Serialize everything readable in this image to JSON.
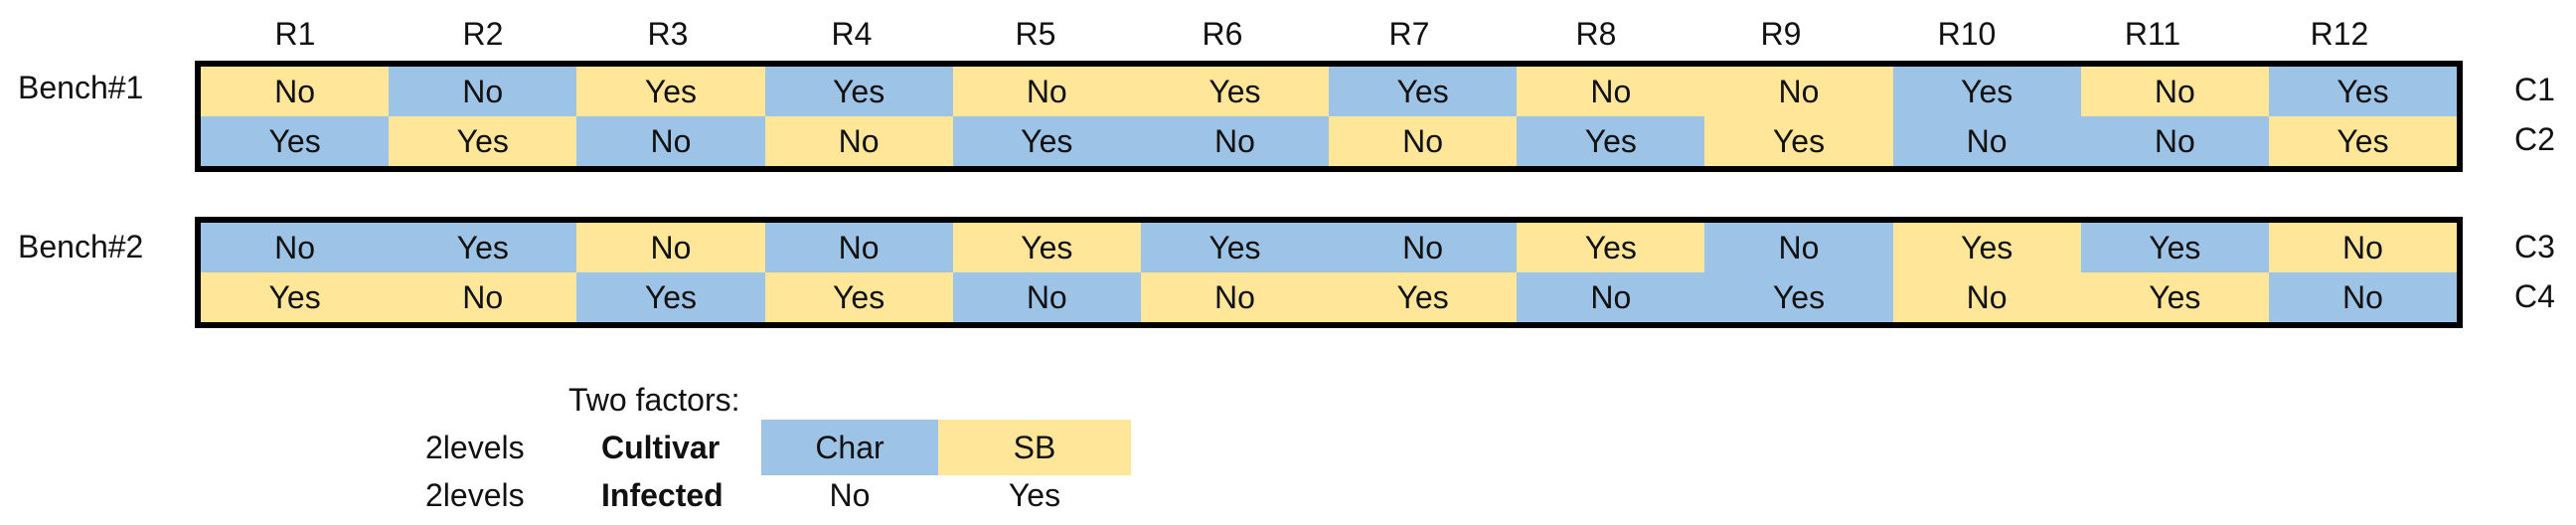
{
  "colors": {
    "blue": "#9dc3e6",
    "yellow": "#ffe699",
    "border": "#000000"
  },
  "headers": [
    "R1",
    "R2",
    "R3",
    "R4",
    "R5",
    "R6",
    "R7",
    "R8",
    "R9",
    "R10",
    "R11",
    "R12"
  ],
  "benches": [
    {
      "label": "Bench#1",
      "rows": [
        {
          "label": "C1",
          "cells": [
            {
              "text": "No",
              "color": "yellow"
            },
            {
              "text": "No",
              "color": "blue"
            },
            {
              "text": "Yes",
              "color": "yellow"
            },
            {
              "text": "Yes",
              "color": "blue"
            },
            {
              "text": "No",
              "color": "yellow"
            },
            {
              "text": "Yes",
              "color": "yellow"
            },
            {
              "text": "Yes",
              "color": "blue"
            },
            {
              "text": "No",
              "color": "yellow"
            },
            {
              "text": "No",
              "color": "yellow"
            },
            {
              "text": "Yes",
              "color": "blue"
            },
            {
              "text": "No",
              "color": "yellow"
            },
            {
              "text": "Yes",
              "color": "blue"
            }
          ]
        },
        {
          "label": "C2",
          "cells": [
            {
              "text": "Yes",
              "color": "blue"
            },
            {
              "text": "Yes",
              "color": "yellow"
            },
            {
              "text": "No",
              "color": "blue"
            },
            {
              "text": "No",
              "color": "yellow"
            },
            {
              "text": "Yes",
              "color": "blue"
            },
            {
              "text": "No",
              "color": "blue"
            },
            {
              "text": "No",
              "color": "yellow"
            },
            {
              "text": "Yes",
              "color": "blue"
            },
            {
              "text": "Yes",
              "color": "yellow"
            },
            {
              "text": "No",
              "color": "blue"
            },
            {
              "text": "No",
              "color": "blue"
            },
            {
              "text": "Yes",
              "color": "yellow"
            }
          ]
        }
      ]
    },
    {
      "label": "Bench#2",
      "rows": [
        {
          "label": "C3",
          "cells": [
            {
              "text": "No",
              "color": "blue"
            },
            {
              "text": "Yes",
              "color": "blue"
            },
            {
              "text": "No",
              "color": "yellow"
            },
            {
              "text": "No",
              "color": "blue"
            },
            {
              "text": "Yes",
              "color": "yellow"
            },
            {
              "text": "Yes",
              "color": "blue"
            },
            {
              "text": "No",
              "color": "blue"
            },
            {
              "text": "Yes",
              "color": "yellow"
            },
            {
              "text": "No",
              "color": "blue"
            },
            {
              "text": "Yes",
              "color": "yellow"
            },
            {
              "text": "Yes",
              "color": "blue"
            },
            {
              "text": "No",
              "color": "yellow"
            }
          ]
        },
        {
          "label": "C4",
          "cells": [
            {
              "text": "Yes",
              "color": "yellow"
            },
            {
              "text": "No",
              "color": "yellow"
            },
            {
              "text": "Yes",
              "color": "blue"
            },
            {
              "text": "Yes",
              "color": "yellow"
            },
            {
              "text": "No",
              "color": "blue"
            },
            {
              "text": "No",
              "color": "yellow"
            },
            {
              "text": "Yes",
              "color": "yellow"
            },
            {
              "text": "No",
              "color": "blue"
            },
            {
              "text": "Yes",
              "color": "blue"
            },
            {
              "text": "No",
              "color": "yellow"
            },
            {
              "text": "Yes",
              "color": "yellow"
            },
            {
              "text": "No",
              "color": "blue"
            }
          ]
        }
      ]
    }
  ],
  "legend": {
    "title": "Two factors:",
    "rows": [
      {
        "levels": "2levels",
        "factor": "Cultivar",
        "level_a": "Char",
        "level_b": "SB"
      },
      {
        "levels": "2levels",
        "factor": "Infected",
        "level_a": "No",
        "level_b": "Yes"
      }
    ]
  }
}
